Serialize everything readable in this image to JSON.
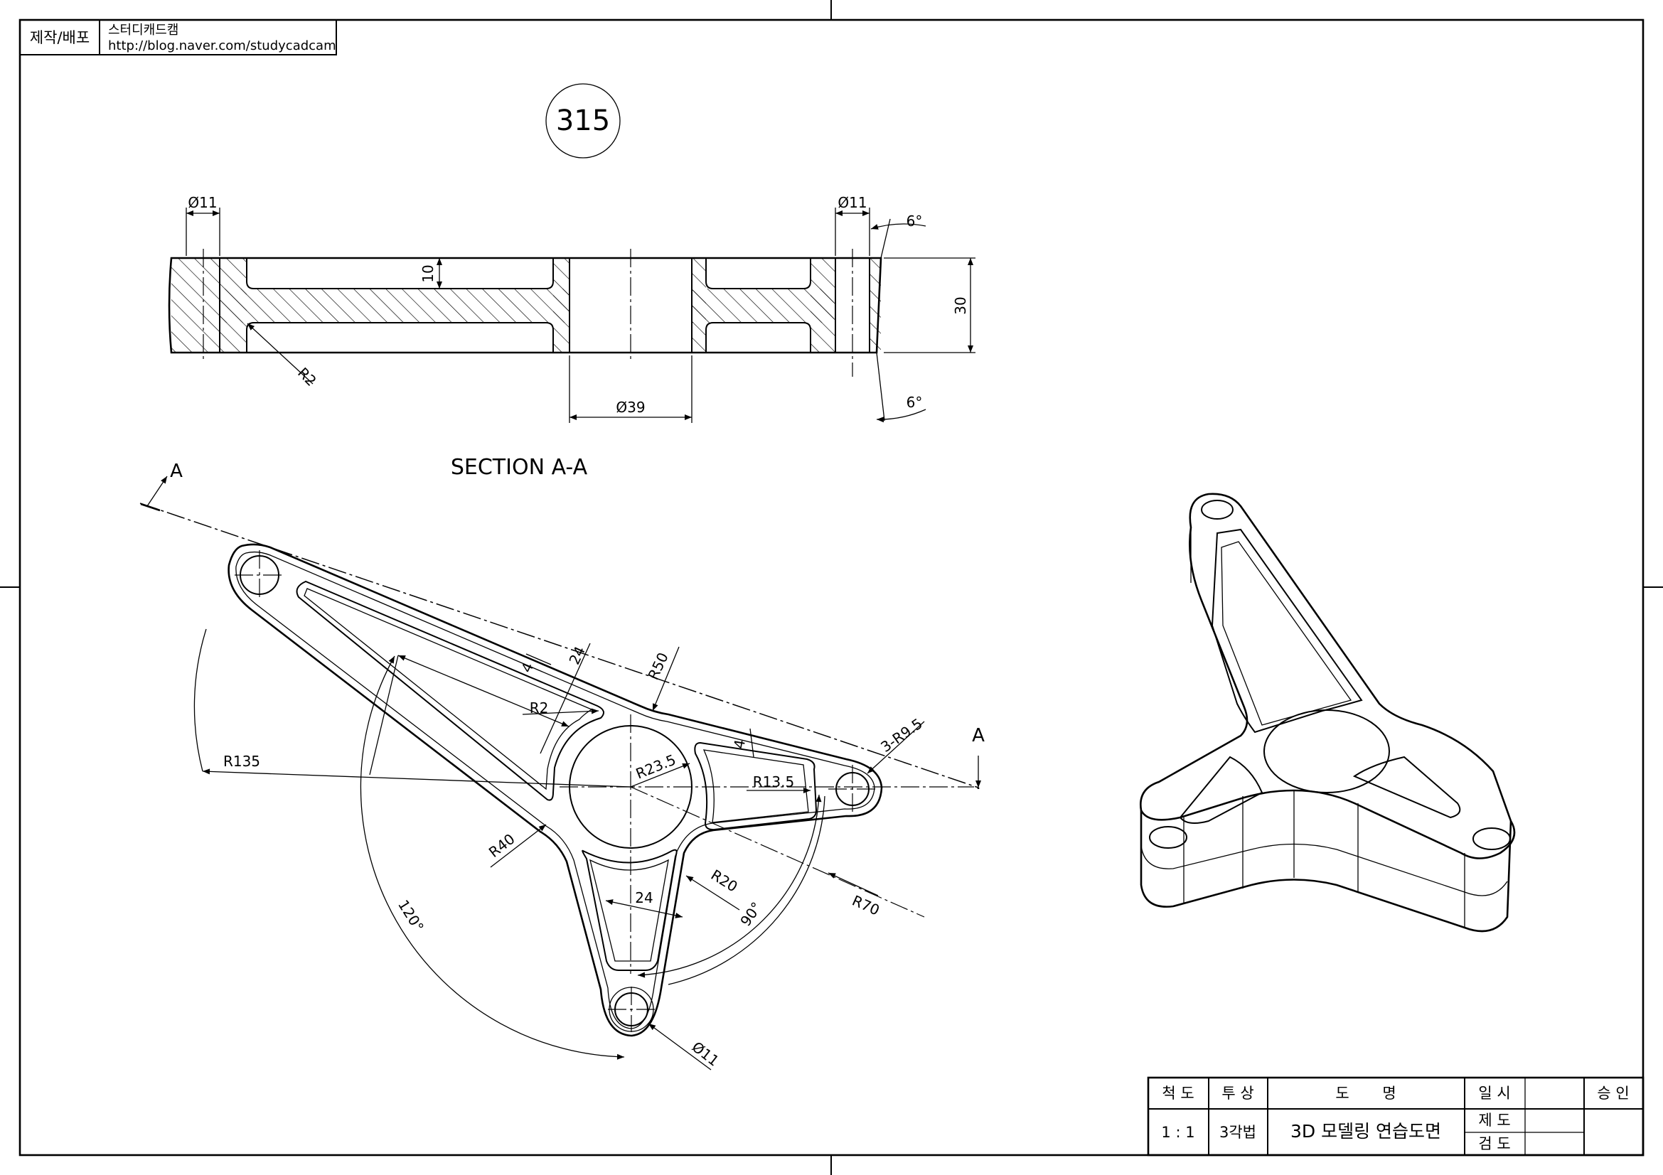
{
  "header": {
    "made_label": "제작/배포",
    "org_name": "스터디캐드캠",
    "org_url": "http://blog.naver.com/studycadcam"
  },
  "drawing_number": "315",
  "section": {
    "title": "SECTION A-A",
    "dims": {
      "hole_left": "Ø11",
      "hole_right": "Ø11",
      "bore": "Ø39",
      "pocket_depth": "10",
      "height": "30",
      "fillet": "R2",
      "draft_top": "6°",
      "draft_bottom": "6°"
    }
  },
  "plan_view": {
    "cut_letter_left": "A",
    "cut_letter_right": "A",
    "dims": {
      "r135": "R135",
      "r50": "R50",
      "r23_5": "R23.5",
      "r13_5": "R13.5",
      "r9_5": "3-R9.5",
      "r40": "R40",
      "r20": "R20",
      "r70": "R70",
      "r2": "R2",
      "w24_arm": "24",
      "w24_bottom": "24",
      "wall4_a": "4",
      "wall4_b": "4",
      "angle120": "120°",
      "angle90": "90°",
      "hole_bottom": "Ø11"
    }
  },
  "title_block": {
    "scale_label": "척 도",
    "projection_label": "투 상",
    "name_label": "도 명",
    "date_label": "일 시",
    "approve_label": "승 인",
    "scale_value": "1 : 1",
    "projection_value": "3각법",
    "drawing_name": "3D 모델링 연습도면",
    "drafted_label": "제 도",
    "checked_label": "검 도"
  }
}
